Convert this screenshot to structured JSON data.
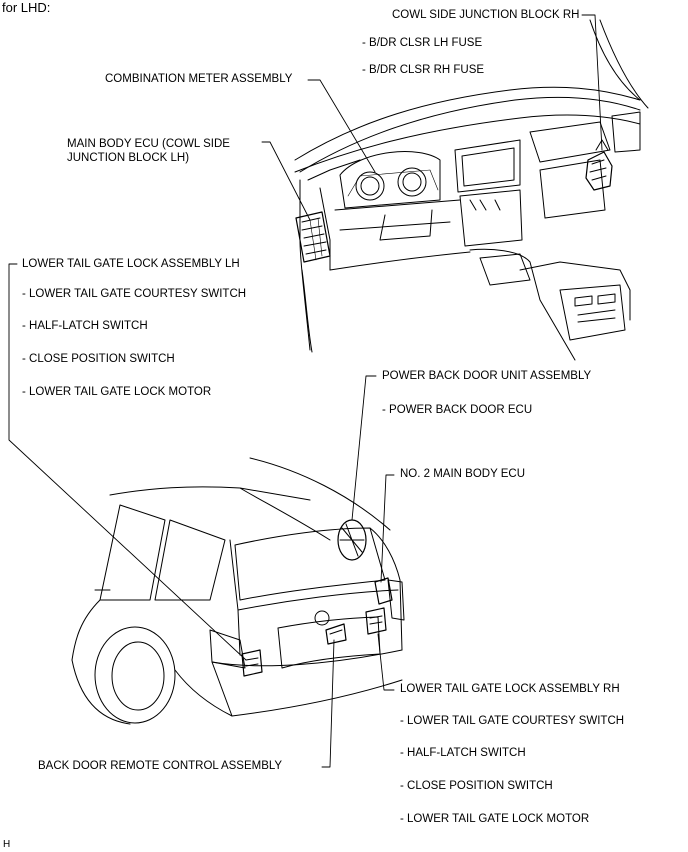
{
  "header": "for LHD:",
  "footer_code": "H",
  "labels": {
    "cowl_rh": "COWL SIDE JUNCTION BLOCK RH",
    "bdr_lh_fuse": "- B/DR CLSR LH FUSE",
    "bdr_rh_fuse": "- B/DR CLSR RH FUSE",
    "combo_meter": "COMBINATION METER ASSEMBLY",
    "main_ecu_1": "MAIN BODY ECU (COWL SIDE",
    "main_ecu_2": "JUNCTION BLOCK LH)",
    "ltg_lh": "LOWER TAIL GATE LOCK ASSEMBLY LH",
    "ltg_lh_courtesy": "- LOWER TAIL GATE COURTESY SWITCH",
    "ltg_lh_half": "- HALF-LATCH SWITCH",
    "ltg_lh_close": "- CLOSE POSITION SWITCH",
    "ltg_lh_motor": "- LOWER TAIL GATE LOCK MOTOR",
    "pbd_unit": "POWER BACK DOOR UNIT ASSEMBLY",
    "pbd_ecu": "- POWER BACK DOOR ECU",
    "no2_ecu": "NO. 2 MAIN BODY ECU",
    "ltg_rh": "LOWER TAIL GATE LOCK ASSEMBLY RH",
    "ltg_rh_courtesy": "- LOWER TAIL GATE COURTESY SWITCH",
    "ltg_rh_half": "- HALF-LATCH SWITCH",
    "ltg_rh_close": "- CLOSE POSITION SWITCH",
    "ltg_rh_motor": "- LOWER TAIL GATE LOCK MOTOR",
    "remote": "BACK DOOR REMOTE CONTROL ASSEMBLY"
  }
}
